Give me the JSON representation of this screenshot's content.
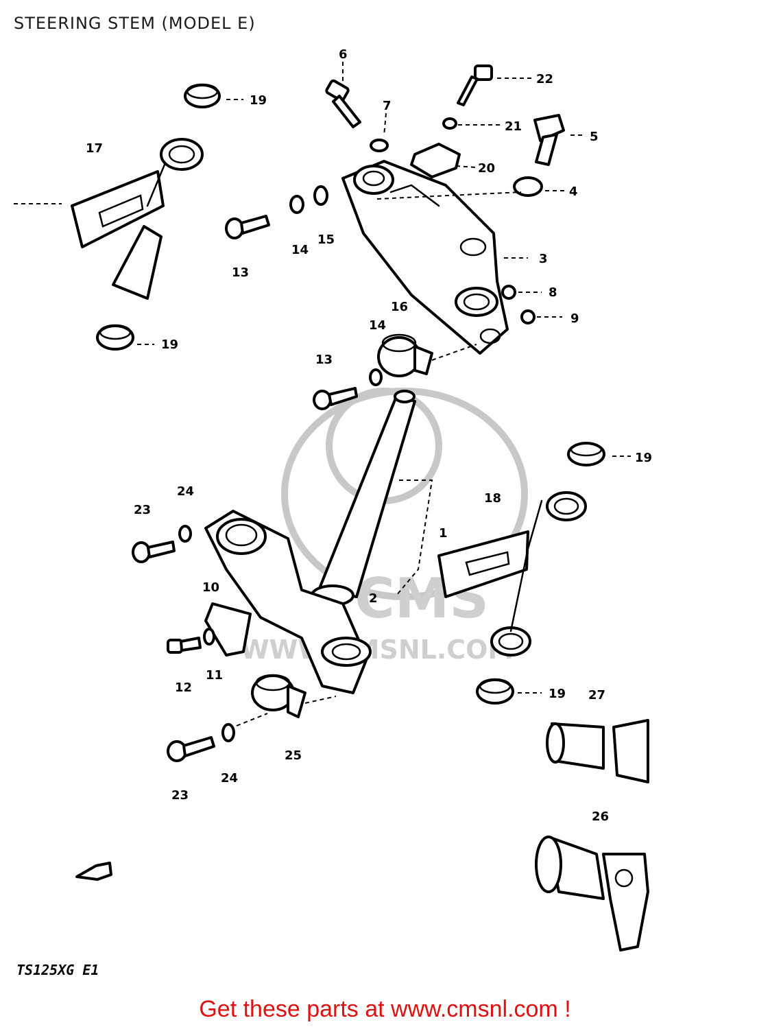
{
  "header": {
    "title": "STEERING STEM (MODEL E)"
  },
  "watermark": {
    "brand": "CMS",
    "site": "WWW.CMSNL.COM"
  },
  "callouts": [
    "1",
    "2",
    "3",
    "4",
    "5",
    "6",
    "7",
    "8",
    "9",
    "10",
    "11",
    "12",
    "13",
    "13",
    "14",
    "14",
    "15",
    "16",
    "17",
    "18",
    "19",
    "19",
    "19",
    "19",
    "20",
    "21",
    "22",
    "23",
    "23",
    "24",
    "24",
    "25",
    "26",
    "27"
  ],
  "footer": {
    "model_code": "TS125XG E1",
    "cta": "Get these parts at www.cmsnl.com !"
  },
  "colors": {
    "cta": "#e01010",
    "watermark": "#c8c8c8"
  }
}
